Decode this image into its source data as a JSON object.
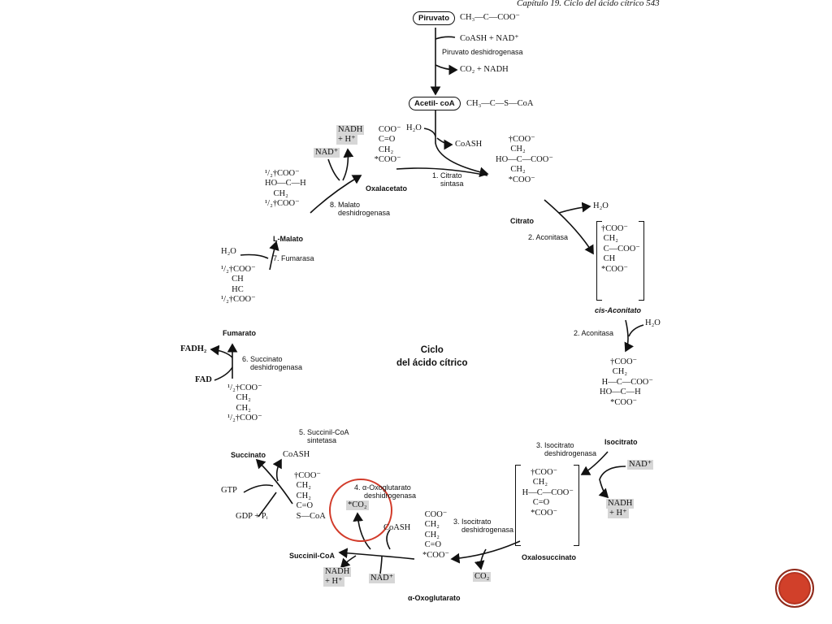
{
  "header": {
    "text": "Capítulo 19. Ciclo del ácido cítrico 543"
  },
  "top": {
    "piruvato": "Piruvato",
    "piruvato_formula": "CH₃—C—COO⁻",
    "coash_nad": "CoASH + NAD⁺",
    "enzyme": "Piruvato deshidrogenasa",
    "products": "CO₂ + NADH",
    "acetil": "Acetil- coA",
    "acetil_formula": "CH₃—C—S—CoA"
  },
  "center": {
    "line1": "Ciclo",
    "line2": "del ácido cítrico"
  },
  "steps": {
    "s1": "1. Citrato",
    "s1b": "sintasa",
    "s2a": "2. Aconitasa",
    "s2b": "2. Aconitasa",
    "s3a": "3. Isocitrato",
    "s3a2": "deshidrogenasa",
    "s3b": "3. Isocitrato",
    "s3b2": "deshidrogenasa",
    "s4": "4. α-Oxoglutarato",
    "s4b": "deshidrogenasa",
    "s5": "5. Succinil-CoA",
    "s5b": "sintetasa",
    "s6": "6. Succinato",
    "s6b": "deshidrogenasa",
    "s7": "7. Fumarasa",
    "s8": "8. Malato",
    "s8b": "deshidrogenasa"
  },
  "molecules": {
    "oxalacetato": "Oxalacetato",
    "citrato": "Citrato",
    "cis": "cis-Aconitato",
    "isocitrato": "Isocitrato",
    "oxalosuccinato": "Oxalosuccinato",
    "oxoglutarato": "α-Oxoglutarato",
    "succinilcoa": "Succinil-CoA",
    "succinato": "Succinato",
    "fumarato": "Fumarato",
    "malato": "L-Malato"
  },
  "cofactors": {
    "h2o_1": "H₂O",
    "coash_1": "CoASH",
    "h2o_2": "H₂O",
    "h2o_3": "H₂O",
    "nad_3": "NAD⁺",
    "nadh_3": "NADH",
    "hplus_3": "+ H⁺",
    "co2_3": "CO₂",
    "co2_4": "*CO₂",
    "coash_4": "CoASH",
    "nad_4": "NAD⁺",
    "nadh_4": "NADH",
    "hplus_4": "+ H⁺",
    "coash_5": "CoASH",
    "gtp": "GTP",
    "gdp": "GDP + Pᵢ",
    "fadh2": "FADH₂",
    "fad": "FAD",
    "h2o_7": "H₂O",
    "nad_8": "NAD⁺",
    "nadh_8": "NADH",
    "hplus_8": "+ H⁺"
  },
  "accent_colors": {
    "circle": "#d23b2a",
    "badge": "#c9402b"
  }
}
